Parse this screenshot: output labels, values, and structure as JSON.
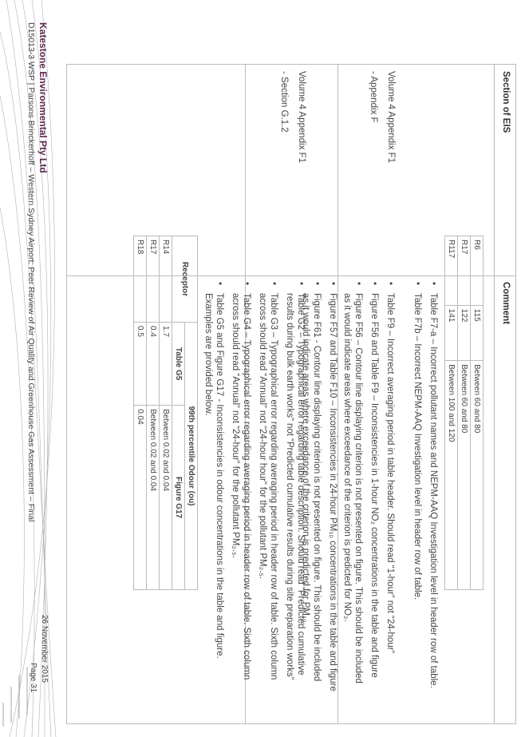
{
  "footer": {
    "brand": "Katestone Environmental Pty Ltd",
    "doc_ref": "D15013-3 WSP | Parsons Brinckerhoff – Western Sydney Airport: Peer Review of Air Quality and Greenhouse Gas Assessment – Final",
    "date": "26 November 2015",
    "page": "Page 31"
  },
  "table": {
    "col_section": "Section of EIS",
    "col_comment": "Comment",
    "rows": [
      {
        "section_lines": [],
        "prefix_table": {
          "rows": [
            [
              "R6",
              "115",
              "Between 60 and 80"
            ],
            [
              "R17",
              "122",
              "Between 60 and 80"
            ],
            [
              "R117",
              "141",
              "Between 100 and 120"
            ]
          ]
        },
        "bullets": [
          "Table F7-a – Incorrect pollutant names and NEPM-AAQ Investigation level in header row of table.",
          "Table F7b – Incorrect NEPM-AAQ Investigation level in header row of table."
        ]
      },
      {
        "section_lines": [
          "Volume 4 Appendix F1",
          "- Appendix F"
        ],
        "bullets": [
          "Table F9 – Incorrect averaging period in table header. Should read “1-hour” not “24-hour”",
          "Figure F56 and Table F9 – Inconsistencies in 1-hour NO₂ concentrations in the table and figure",
          "Figure F56 – Contour line displaying criterion is not presented on figure. This should be included as it would indicate areas where exceedance of the criterion is predicted for NO₂.",
          "Figure F57 and Table F10 – Inconsistencies in 24-hour PM₁₀ concentrations in the table and figure",
          "Figure F61 - Contour line displaying criterion is not presented on figure. This should be included as it would indicate areas where exceedance of the criterion is predicted for PM₁₀."
        ]
      },
      {
        "section_lines": [
          "Volume 4 Appendix F1",
          "- Section G.1.2"
        ],
        "bullets": [
          "Table G2 – Typographical error regarding table description. Should read “Predicted cumulative results during bulk earth works” not “Predicted cumulative results during site preparation works”",
          "Table G3 – Typographical error regarding averaging period in header row of table. Sixth column across should read “Annual” not “24-hour hour” for the pollutant PM₂.₅.",
          "Table G4 – Typographical error regarding averaging period in header row of table. Sixth column across should read “Annual” not “24-hour” for the pollutant PM₂.₅.",
          "Table G5 and Figure G17 - Inconsistencies in odour concentrations in the table and figure. Examples are provided below."
        ],
        "odour_table": {
          "receptor_label": "Receptor",
          "group_label": "99th percentile Odour (ou)",
          "col_a": "Table G5",
          "col_b": "Figure G17",
          "rows": [
            [
              "R14",
              "1.7",
              "Between 0.02 and 0.04"
            ],
            [
              "R17",
              "0.4",
              "Between 0.02 and 0.04"
            ],
            [
              "R18",
              "0.5",
              "0.04"
            ]
          ]
        }
      }
    ]
  }
}
